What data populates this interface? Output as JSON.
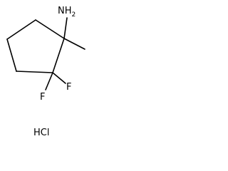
{
  "molecule": {
    "amine_label": "NH",
    "amine_subscript": "2",
    "fluorine_label_1": "F",
    "fluorine_label_2": "F",
    "salt_label": "HCl"
  },
  "colors": {
    "bond": "#000000",
    "text": "#000000",
    "background": "#ffffff"
  }
}
